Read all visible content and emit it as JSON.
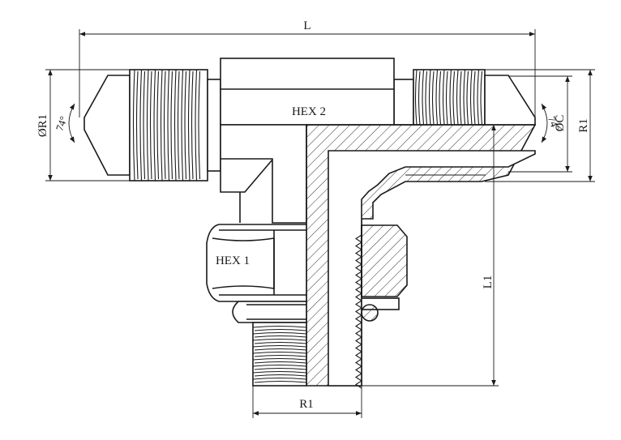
{
  "labels": {
    "overall_length": "L",
    "leg_length": "L1",
    "thread_port": "R1",
    "thread_side": "R1",
    "thread_dia_left": "ØR1",
    "tube_dia": "ØC",
    "hex_body": "HEX 2",
    "hex_nut": "HEX 1",
    "flare_angle_left": "74°",
    "flare_angle_right": "74°"
  },
  "colors": {
    "line": "#1a1a1a",
    "background": "#ffffff"
  }
}
